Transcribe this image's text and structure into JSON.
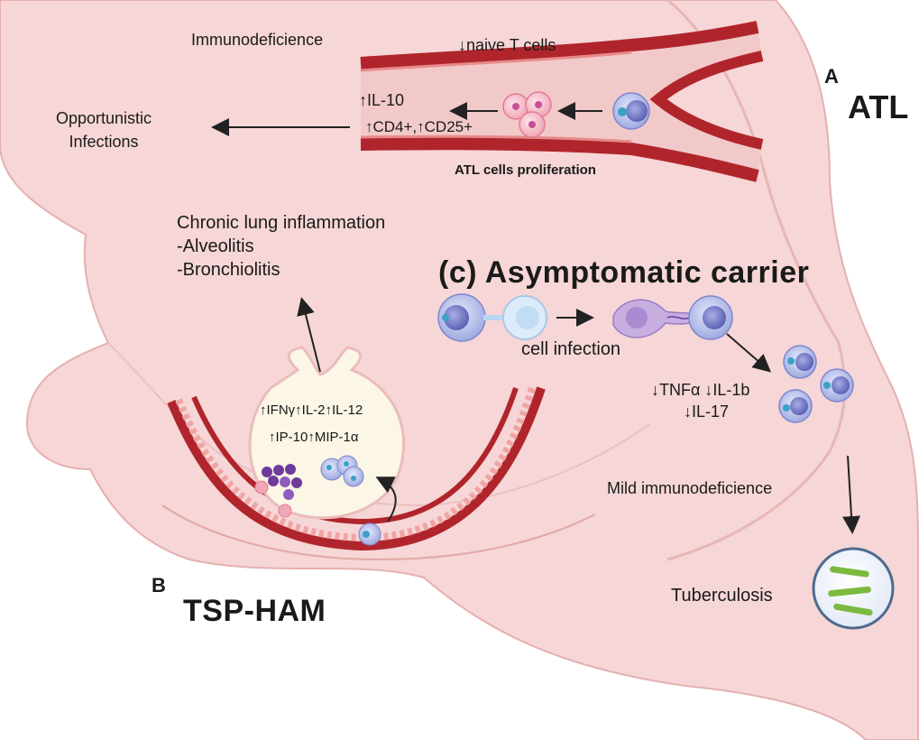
{
  "sections": {
    "atl": {
      "letter": "A",
      "title": "ATL",
      "immunodeficience": "Immunodeficience",
      "naive_t_cells": "↓naive T cells",
      "il10": "↑IL-10",
      "cd_markers": "↑CD4+,↑CD25+",
      "opportunistic": "Opportunistic\nInfections",
      "proliferation": "ATL cells proliferation"
    },
    "tsp_ham": {
      "letter": "B",
      "title": "TSP-HAM",
      "chronic": "Chronic lung  inflammation",
      "alveolitis": "-Alveolitis",
      "bronchiolitis": "-Bronchiolitis",
      "cytokines_row1": "↑IFNγ↑IL-2↑IL-12",
      "cytokines_row2": "↑IP-10↑MIP-1α"
    },
    "carrier": {
      "title": "(c) Asymptomatic carrier",
      "cell_infection": "cell infection",
      "cytokines_row1": "↓TNFα ↓IL-1b",
      "cytokines_row2": "↓IL-17",
      "mild": "Mild immunodeficience",
      "tuberculosis": "Tuberculosis"
    }
  },
  "colors": {
    "background_tissue": "#f6d6d6",
    "tissue_outline": "#e8b3b3",
    "vessel_wall": "#b0252c",
    "vessel_lumen": "#f2c9c9",
    "t_cell": "#b8c4ec",
    "t_cell_nucleus": "#7f86cf",
    "infected_cell": "#f3b6c4",
    "virus": "#3aa1c7",
    "alveolus_fill": "#fbf6e6",
    "bacteria": "#7cba3f",
    "granule": "#6e3a9c"
  }
}
